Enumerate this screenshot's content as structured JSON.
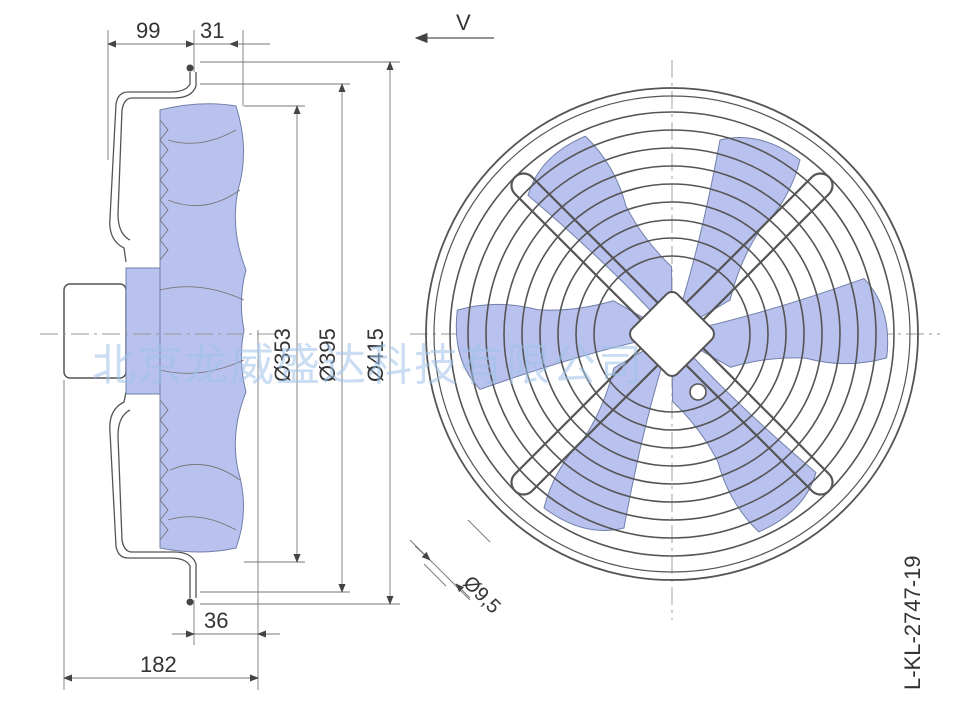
{
  "dimensions": {
    "d99": "99",
    "d31": "31",
    "d36": "36",
    "d182": "182",
    "d353": "Ø353",
    "d395": "Ø395",
    "d415": "Ø415",
    "d9_5": "Ø9,5"
  },
  "airflow_label": "V",
  "drawing_code": "L-KL-2747-19",
  "watermark": "北京龙威盛达科技有限公司",
  "colors": {
    "blade": "#b9c1ee",
    "watermark": "#9fc3ea"
  }
}
